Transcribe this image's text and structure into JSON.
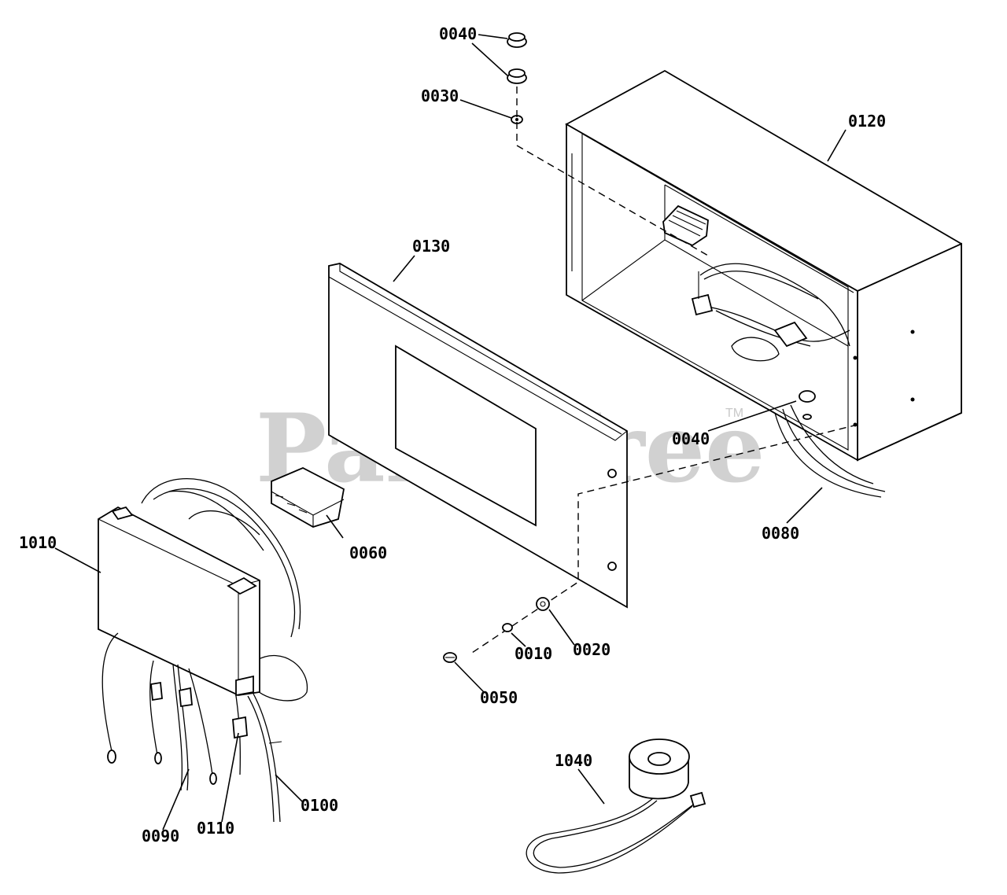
{
  "watermark": {
    "text": "PartsTree",
    "mark": "TM"
  },
  "callouts": {
    "c0040a": "0040",
    "c0030": "0030",
    "c0120": "0120",
    "c0130": "0130",
    "c0040b": "0040",
    "c0060": "0060",
    "c1010": "1010",
    "c0080": "0080",
    "c0020": "0020",
    "c0010": "0010",
    "c0050": "0050",
    "c1040": "1040",
    "c0100": "0100",
    "c0110": "0110",
    "c0090": "0090"
  }
}
